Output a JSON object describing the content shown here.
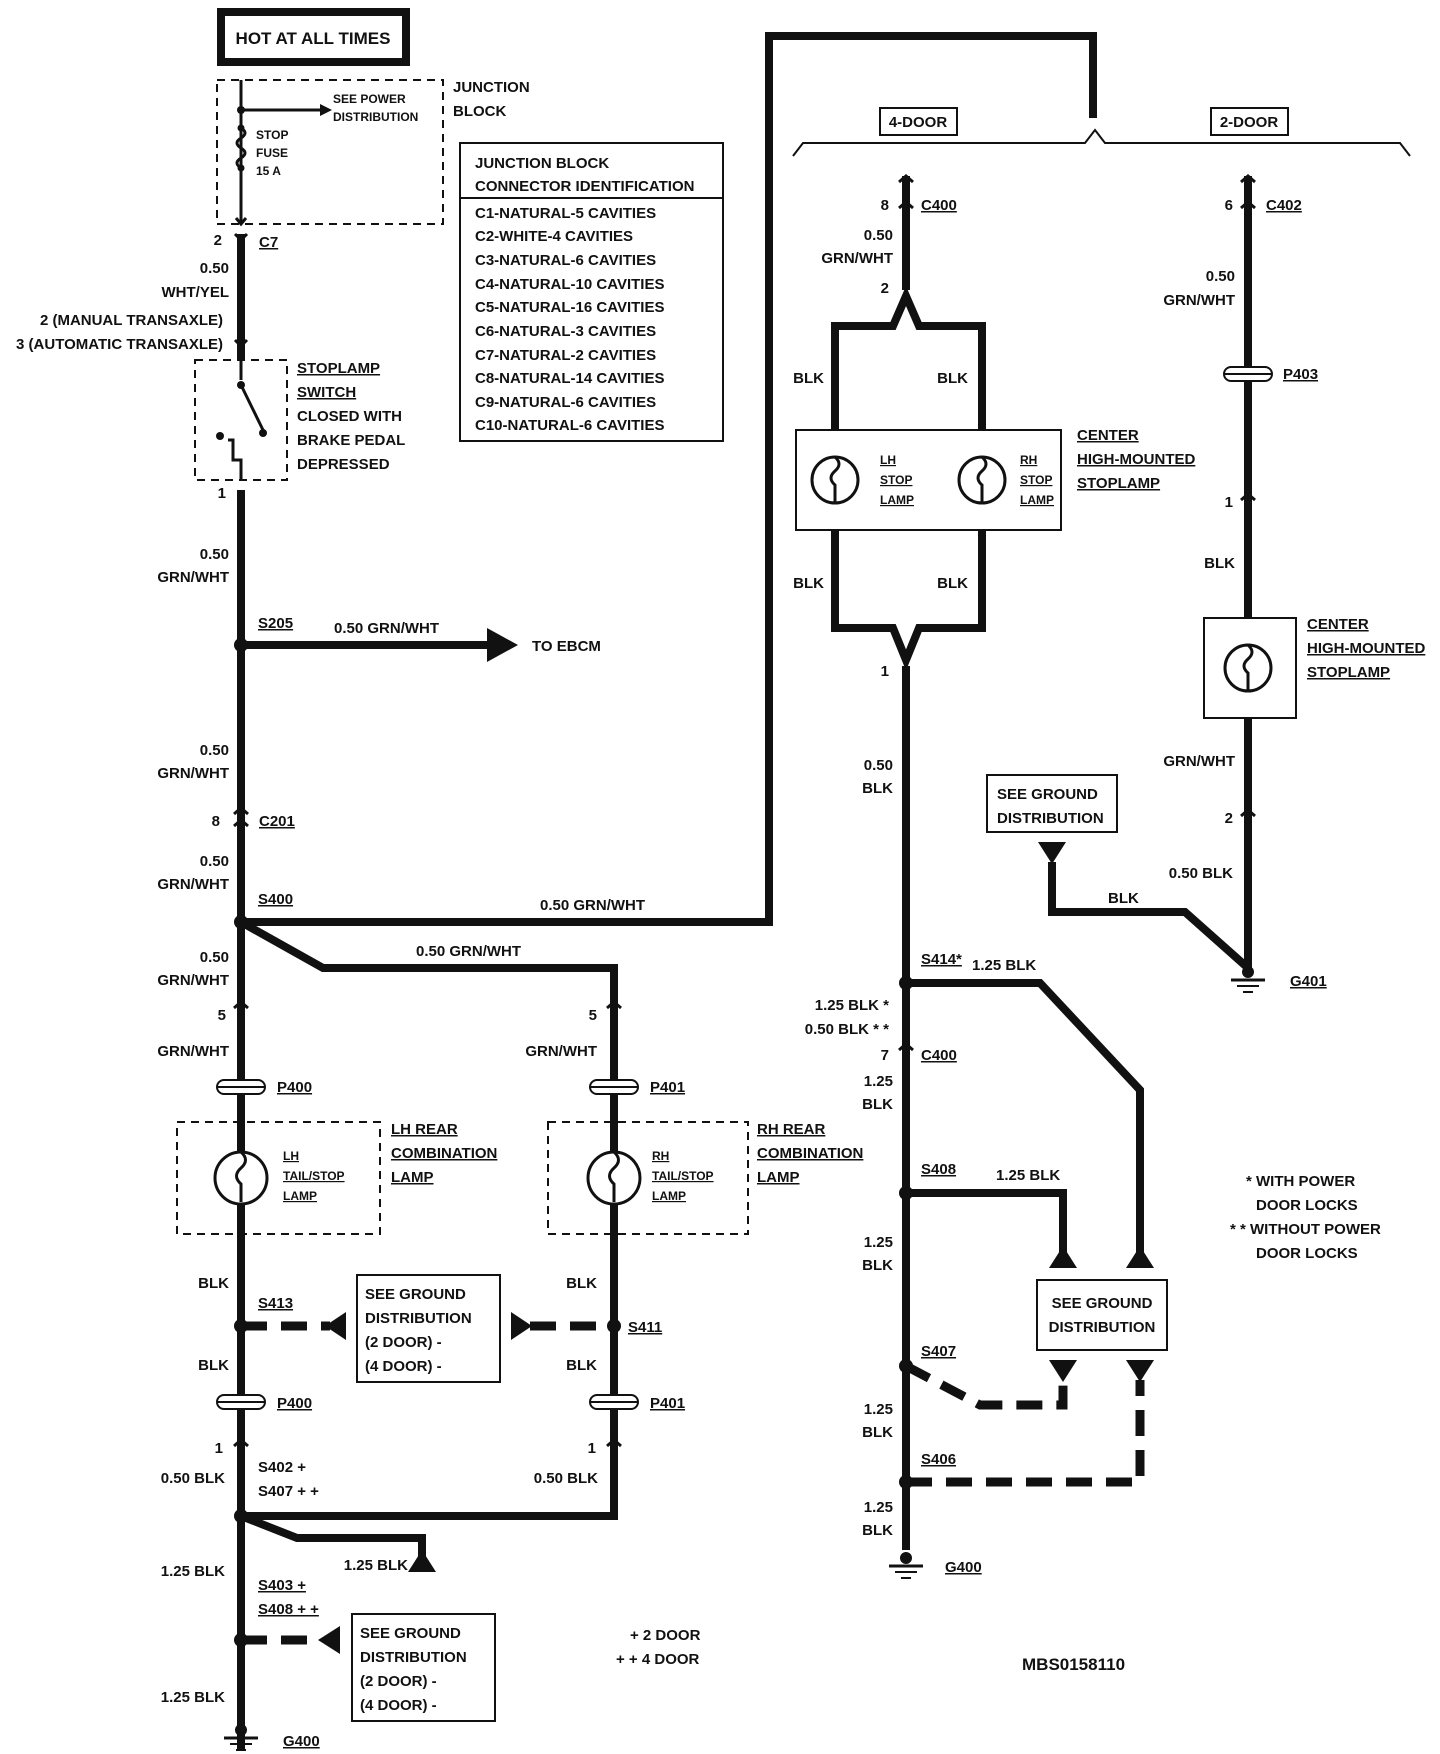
{
  "header": {
    "hot_at_all_times": "HOT AT ALL TIMES"
  },
  "junction_block": {
    "see_power": [
      "SEE POWER",
      "DISTRIBUTION"
    ],
    "label": [
      "JUNCTION",
      "BLOCK"
    ],
    "fuse": [
      "STOP",
      "FUSE",
      "15 A"
    ]
  },
  "connector_id": {
    "title": [
      "JUNCTION BLOCK",
      "CONNECTOR IDENTIFICATION"
    ],
    "rows": [
      "C1-NATURAL-5 CAVITIES",
      "C2-WHITE-4 CAVITIES",
      "C3-NATURAL-6 CAVITIES",
      "C4-NATURAL-10 CAVITIES",
      "C5-NATURAL-16 CAVITIES",
      "C6-NATURAL-3 CAVITIES",
      "C7-NATURAL-2 CAVITIES",
      "C8-NATURAL-14 CAVITIES",
      "C9-NATURAL-6 CAVITIES",
      "C10-NATURAL-6 CAVITIES"
    ]
  },
  "left_wire": {
    "c7_pin": "2",
    "c7": "C7",
    "w1": [
      "0.50",
      "WHT/YEL"
    ],
    "transaxle": [
      "2 (MANUAL TRANSAXLE)",
      "3 (AUTOMATIC TRANSAXLE)"
    ],
    "switch_pin": "1",
    "switch_label": [
      "STOPLAMP",
      "SWITCH",
      "CLOSED WITH",
      "BRAKE PEDAL",
      "DEPRESSED"
    ],
    "w2": [
      "0.50",
      "GRN/WHT"
    ],
    "s205": "S205",
    "ebcm_wire": "0.50 GRN/WHT",
    "to_ebcm": "TO EBCM",
    "w3": [
      "0.50",
      "GRN/WHT"
    ],
    "c201_pin": "8",
    "c201": "C201",
    "w4": [
      "0.50",
      "GRN/WHT"
    ],
    "s400": "S400",
    "top_run": "0.50 GRN/WHT",
    "rh_run": "0.50 GRN/WHT",
    "w5": [
      "0.50",
      "GRN/WHT"
    ]
  },
  "lh_lamp": {
    "pin5": "5",
    "wire": "GRN/WHT",
    "p400": "P400",
    "bulb": [
      "LH",
      "TAIL/STOP",
      "LAMP"
    ],
    "label": [
      "LH REAR",
      "COMBINATION",
      "LAMP"
    ],
    "blk1": "BLK",
    "s413": "S413",
    "blk2": "BLK",
    "p400b": "P400",
    "pin1": "1",
    "s402": "S402 +",
    "s407": "S407 + +",
    "w_blk": "0.50 BLK",
    "w_125a": "1.25 BLK",
    "w_125b": "1.25 BLK",
    "s403": "S403 +",
    "s408": "S408 + +",
    "w_125c": "1.25 BLK",
    "g400": "G400"
  },
  "rh_lamp": {
    "pin5": "5",
    "wire": "GRN/WHT",
    "p401": "P401",
    "bulb": [
      "RH",
      "TAIL/STOP",
      "LAMP"
    ],
    "label": [
      "RH REAR",
      "COMBINATION",
      "LAMP"
    ],
    "blk1": "BLK",
    "s411": "S411",
    "blk2": "BLK",
    "p401b": "P401",
    "pin1": "1",
    "w_blk": "0.50 BLK"
  },
  "ground_mid": [
    "SEE GROUND",
    "DISTRIBUTION",
    "(2 DOOR) -",
    "(4 DOOR) -"
  ],
  "ground_low": [
    "SEE GROUND",
    "DISTRIBUTION",
    "(2 DOOR) -",
    "(4 DOOR) -"
  ],
  "door_legend": [
    "+ 2 DOOR",
    "+ + 4 DOOR"
  ],
  "four_door": {
    "tag": "4-DOOR",
    "c400_pin": "8",
    "c400": "C400",
    "w1": [
      "0.50",
      "GRN/WHT"
    ],
    "pin2": "2",
    "blk": "BLK",
    "lh_bulb": [
      "LH",
      "STOP",
      "LAMP"
    ],
    "rh_bulb": [
      "RH",
      "STOP",
      "LAMP"
    ],
    "label": [
      "CENTER",
      "HIGH-MOUNTED",
      "STOPLAMP"
    ],
    "pin1": "1",
    "w2": [
      "0.50",
      "BLK"
    ],
    "s414": "S414*",
    "s414_wire": "1.25 BLK",
    "c400b_wires": [
      "1.25 BLK *",
      "0.50 BLK * *"
    ],
    "c400b_pin": "7",
    "c400b": "C400",
    "w3": [
      "1.25",
      "BLK"
    ],
    "s408": "S408",
    "s408_wire": "1.25 BLK",
    "w4": [
      "1.25",
      "BLK"
    ],
    "s407": "S407",
    "w5": [
      "1.25",
      "BLK"
    ],
    "s406": "S406",
    "w6": [
      "1.25",
      "BLK"
    ],
    "g400": "G400"
  },
  "two_door": {
    "tag": "2-DOOR",
    "c402_pin": "6",
    "c402": "C402",
    "w1": [
      "0.50",
      "GRN/WHT"
    ],
    "p403": "P403",
    "pin1": "1",
    "blk": "BLK",
    "label": [
      "CENTER",
      "HIGH-MOUNTED",
      "STOPLAMP"
    ],
    "w2": "GRN/WHT",
    "pin2": "2",
    "w3": "0.50 BLK",
    "g401": "G401"
  },
  "ground_top": [
    "SEE GROUND",
    "DISTRIBUTION"
  ],
  "ground_right": [
    "SEE GROUND",
    "DISTRIBUTION"
  ],
  "gnd_right_blk": "BLK",
  "power_lock_notes": [
    "* WITH POWER",
    "DOOR LOCKS",
    "* * WITHOUT POWER",
    "DOOR LOCKS"
  ],
  "figure_id": "MBS0158110"
}
